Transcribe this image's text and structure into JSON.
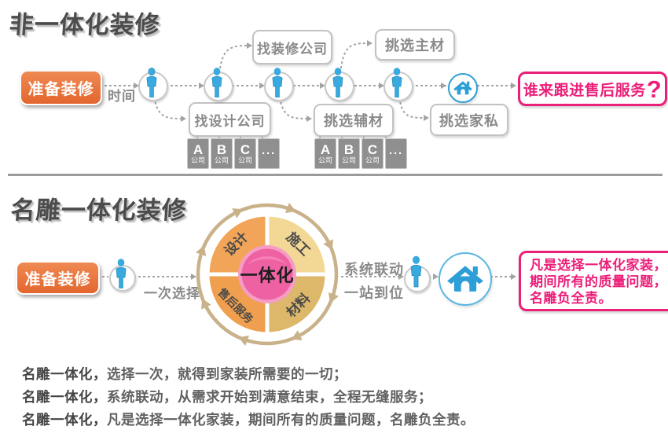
{
  "colors": {
    "accent_orange": "#e8713c",
    "accent_pink": "#ec1f79",
    "accent_blue": "#2d9fd6",
    "ring_tan": "#c9b189",
    "seg_design": "#f2a558",
    "seg_build": "#f2d795",
    "seg_service": "#ef9f4d",
    "seg_material": "#ddb76a",
    "center_pink": "#ee61a2"
  },
  "top": {
    "title": "非一体化装修",
    "start": "准备装修",
    "time": "时间",
    "box_decor": "找装修公司",
    "box_main": "挑选主材",
    "box_design": "找设计公司",
    "box_aux": "挑选辅材",
    "box_furniture": "挑选家私",
    "question": "谁来跟进售后服务",
    "qmark": "?"
  },
  "company": {
    "a": "A",
    "b": "B",
    "c": "C",
    "suffix": "公司",
    "more": "···"
  },
  "bottom": {
    "title": "名雕一体化装修",
    "start": "准备装修",
    "once": "一次选择",
    "link1": "系统联动",
    "link2": "一站到位",
    "wheel_center": "一体化",
    "seg_tl": "设计",
    "seg_tr": "施工",
    "seg_bl": "售后服务",
    "seg_br": "材料",
    "promise1": "凡是选择一体化家装，",
    "promise2": "期间所有的质量问题，",
    "promise3": "名雕负全责。"
  },
  "footer": {
    "lines": [
      {
        "lead": "名雕一体化，",
        "rest": "选择一次，就得到家装所需要的一切；"
      },
      {
        "lead": "名雕一体化，",
        "rest": "系统联动，从需求开始到满意结束，全程无缝服务；"
      },
      {
        "lead": "名雕一体化，",
        "rest": "凡是选择一体化家装，期间所有的质量问题，名雕负全责。"
      }
    ]
  }
}
